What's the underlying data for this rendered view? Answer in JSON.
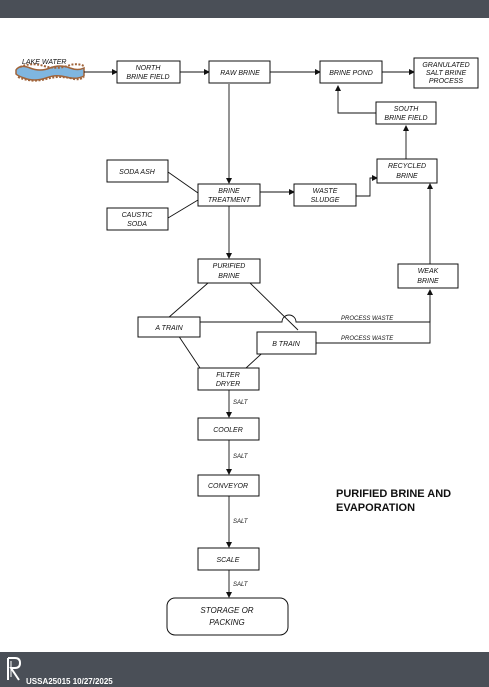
{
  "title": [
    "PURIFIED BRINE AND",
    "EVAPORATION"
  ],
  "footer": "USSA25015 10/27/2025",
  "nodes": {
    "lake_water": "LAKE WATER",
    "north_brine_field": [
      "NORTH",
      "BRINE FIELD"
    ],
    "raw_brine": "RAW BRINE",
    "brine_pond": "BRINE POND",
    "granulated": [
      "GRANULATED",
      "SALT BRINE",
      "PROCESS"
    ],
    "south_brine_field": [
      "SOUTH",
      "BRINE FIELD"
    ],
    "soda_ash": "SODA ASH",
    "caustic_soda": [
      "CAUSTIC",
      "SODA"
    ],
    "brine_treatment": [
      "BRINE",
      "TREATMENT"
    ],
    "waste_sludge": [
      "WASTE",
      "SLUDGE"
    ],
    "recycled_brine": [
      "RECYCLED",
      "BRINE"
    ],
    "purified_brine": [
      "PURIFIED",
      "BRINE"
    ],
    "weak_brine": [
      "WEAK",
      "BRINE"
    ],
    "a_train": "A TRAIN",
    "b_train": "B TRAIN",
    "filter_dryer": [
      "FILTER",
      "DRYER"
    ],
    "cooler": "COOLER",
    "conveyor": "CONVEYOR",
    "scale": "SCALE",
    "storage": [
      "STORAGE OR",
      "PACKING"
    ]
  },
  "edge_labels": {
    "process_waste_a": "PROCESS WASTE",
    "process_waste_b": "PROCESS WASTE",
    "salt_1": "SALT",
    "salt_2": "SALT",
    "salt_3": "SALT",
    "salt_4": "SALT"
  },
  "colors": {
    "bar": "#4a4f57",
    "water": "#7fb6e0",
    "shore": "#a0643a"
  }
}
